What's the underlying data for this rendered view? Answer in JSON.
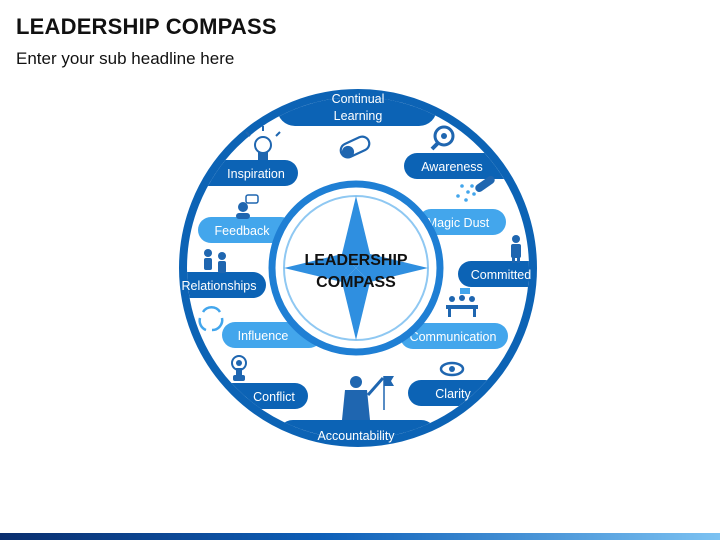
{
  "header": {
    "title": "LEADERSHIP COMPASS",
    "subtitle": "Enter your sub headline here"
  },
  "center": {
    "line1": "LEADERSHIP",
    "line2": "COMPASS"
  },
  "labels": {
    "continual_line1": "Continual",
    "continual_line2": "Learning",
    "awareness": "Awareness",
    "magic_dust": "Magic Dust",
    "committed": "Committed",
    "communication": "Communication",
    "clarity": "Clarity",
    "accountability": "Accountability",
    "conflict": "Conflict",
    "influence": "Influence",
    "relationships": "Relationships",
    "feedback": "Feedback",
    "inspiration": "Inspiration"
  },
  "colors": {
    "dark_blue": "#0c63b5",
    "light_blue": "#43a6ec",
    "icon_blue": "#1f66b0",
    "title": "#111111"
  },
  "icons": [
    "diploma-icon",
    "lightbulb-icon",
    "magnifier-icon",
    "test-tube-icon",
    "businessman-icon",
    "meeting-icon",
    "eye-icon",
    "leader-flag-icon",
    "touch-icon",
    "cycle-icon",
    "people-icon",
    "speech-person-icon"
  ]
}
